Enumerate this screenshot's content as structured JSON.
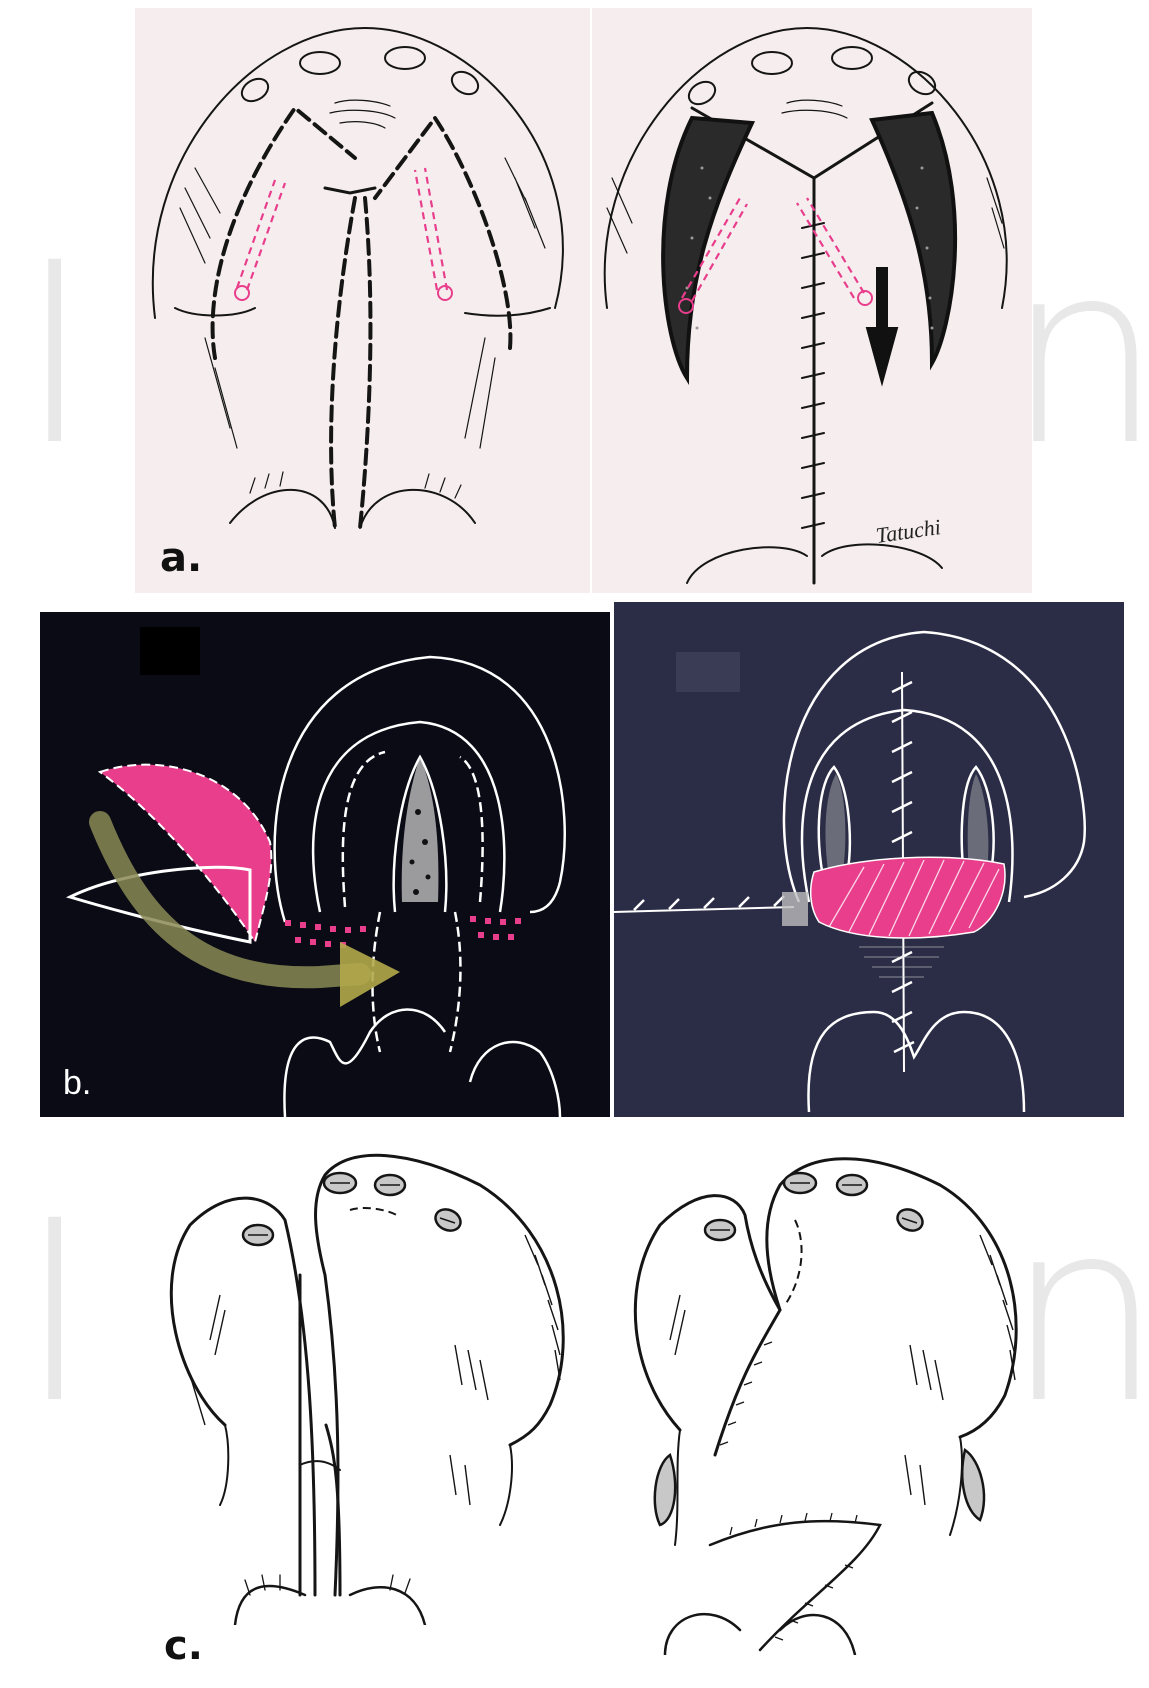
{
  "figure": {
    "labels": {
      "a": "a.",
      "b": "b.",
      "c": "c."
    },
    "watermark_glyphs": [
      "I",
      "n",
      "I",
      "n"
    ],
    "signature": "Tatuchi",
    "colors": {
      "paper": "#f6eeee",
      "ink": "#151515",
      "pink": "#e83e8c",
      "navy_background": "#0b0b16",
      "slate_background": "#2b2c45",
      "arrow_olive": "#8a8a55"
    }
  }
}
